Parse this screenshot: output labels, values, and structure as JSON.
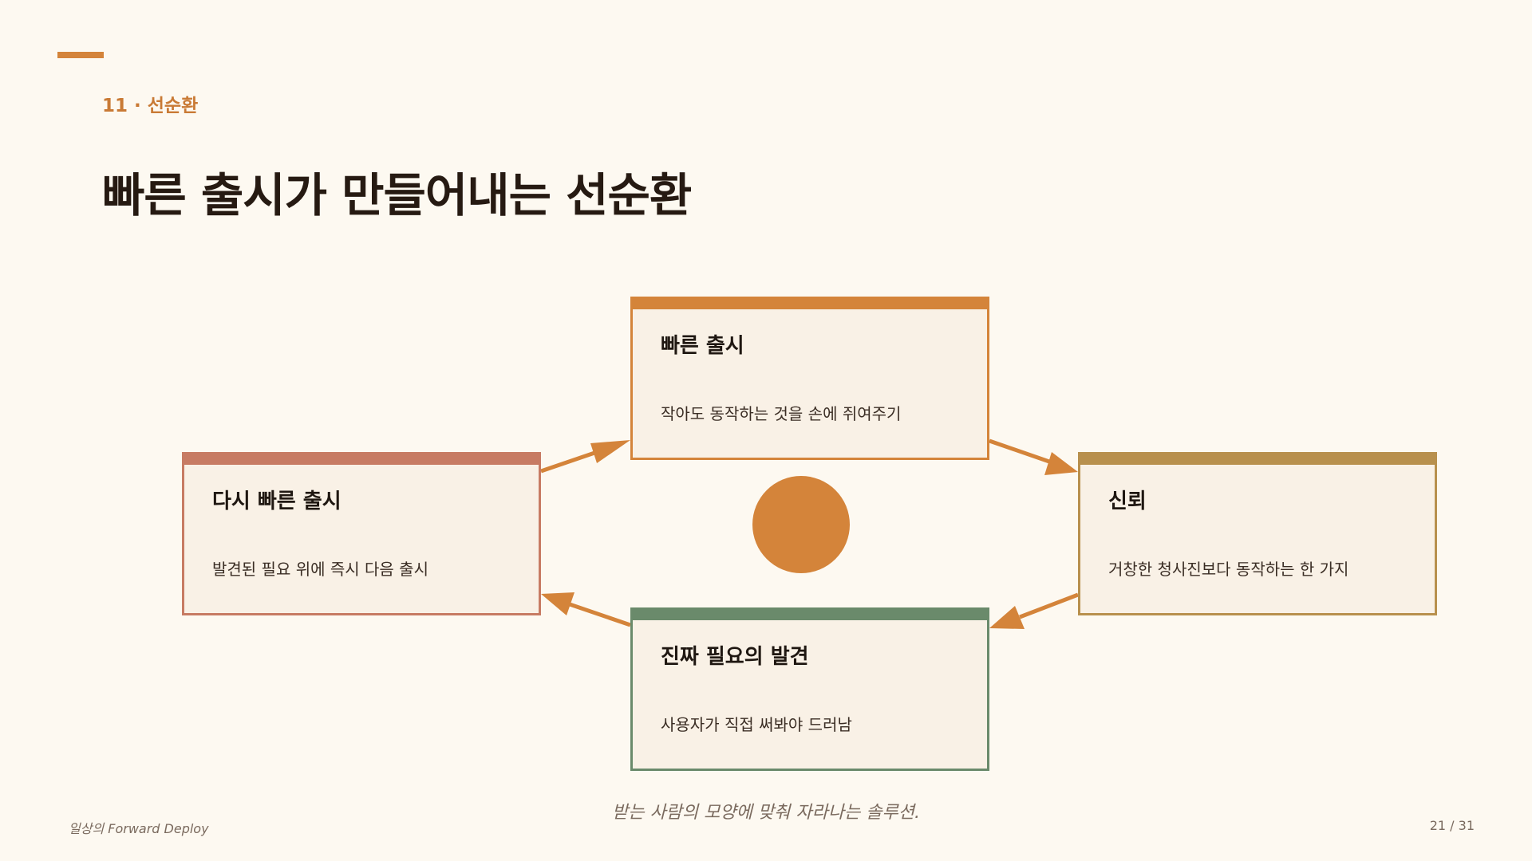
{
  "header": {
    "section_label": "11 · 선순환",
    "title": "빠른 출시가 만들어내는 선순환"
  },
  "cycle": {
    "nodes": [
      {
        "id": "top",
        "title": "빠른 출시",
        "description": "작아도 동작하는 것을 손에 쥐여주기",
        "color": "#d4843a"
      },
      {
        "id": "right",
        "title": "신뢰",
        "description": "거창한 청사진보다 동작하는 한 가지",
        "color": "#b8904d"
      },
      {
        "id": "bottom",
        "title": "진짜 필요의 발견",
        "description": "사용자가 직접 써봐야 드러남",
        "color": "#6a8a6b"
      },
      {
        "id": "left",
        "title": "다시 빠른 출시",
        "description": "발견된 필요 위에 즉시 다음 출시",
        "color": "#c77b63"
      }
    ],
    "arrow_color": "#d4843a",
    "center_color": "#d4843a"
  },
  "tagline": "받는 사람의 모양에 맞춰 자라나는 솔루션.",
  "footer": {
    "left": "일상의 Forward Deploy",
    "page": "21 / 31"
  }
}
